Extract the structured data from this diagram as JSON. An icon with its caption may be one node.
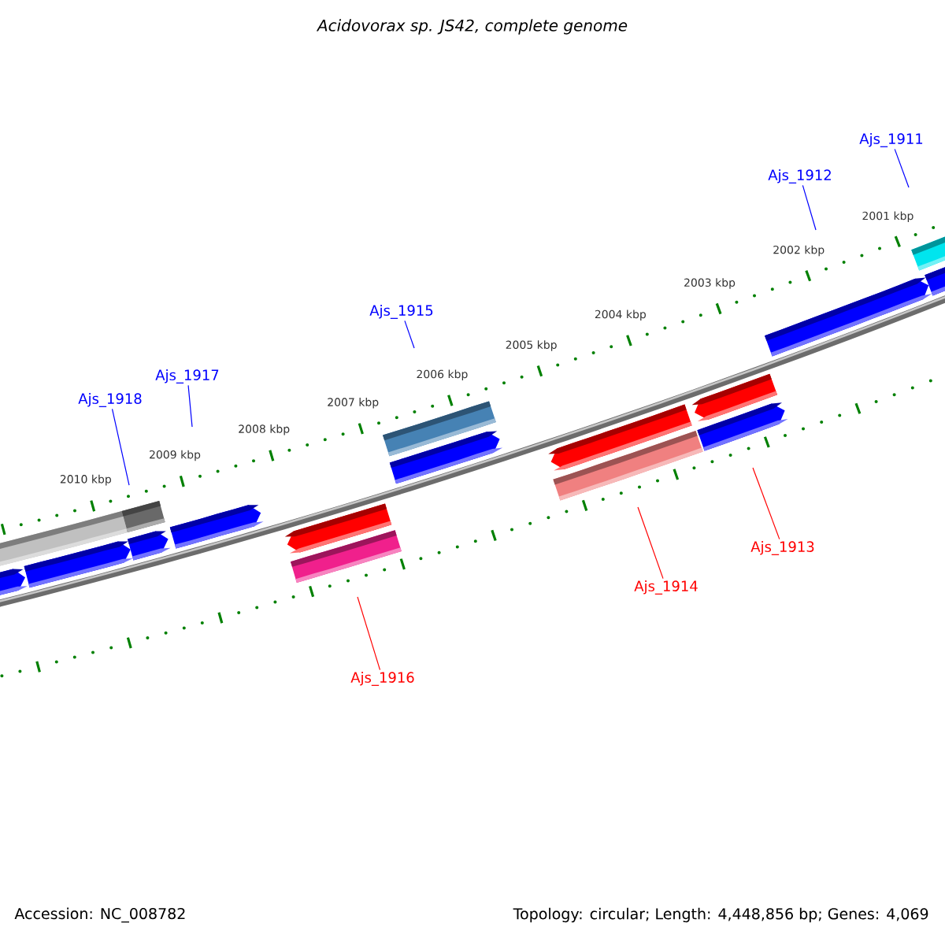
{
  "diagram": {
    "title": "Acidovorax sp. JS42, complete genome",
    "nodes": [
      {
        "text": [
          "Ajs_1911"
        ]
      },
      {
        "text": [
          "Ajs_1912"
        ]
      },
      {
        "text": [
          "Ajs_1915"
        ]
      },
      {
        "text": [
          "Ajs_1917"
        ]
      },
      {
        "text": [
          "Ajs_1918"
        ]
      },
      {
        "text": [
          "Ajs_1913"
        ]
      },
      {
        "text": [
          "Ajs_1914"
        ]
      },
      {
        "text": [
          "Ajs_1916"
        ]
      }
    ],
    "edges": [
      {
        "from": 0,
        "to": null,
        "arrow": "none"
      },
      {
        "from": 1,
        "to": null,
        "arrow": "none"
      },
      {
        "from": 2,
        "to": null,
        "arrow": "none"
      },
      {
        "from": 3,
        "to": null,
        "arrow": "none"
      },
      {
        "from": 4,
        "to": null,
        "arrow": "none"
      },
      {
        "from": 5,
        "to": null,
        "arrow": "none",
        "color": "#ff0000"
      },
      {
        "from": 6,
        "to": null,
        "arrow": "none",
        "color": "#ff0000"
      },
      {
        "from": 7,
        "to": null,
        "arrow": "none",
        "color": "#ff0000"
      }
    ],
    "labels": [
      "2001 kbp",
      "2002 kbp",
      "2003 kbp",
      "2004 kbp",
      "2005 kbp",
      "2006 kbp",
      "2007 kbp",
      "2008 kbp",
      "2009 kbp",
      "2010 kbp",
      "Accession: NC_008782",
      "Topology: circular; Length: 4,448,856 bp; Genes: 4,069"
    ]
  }
}
